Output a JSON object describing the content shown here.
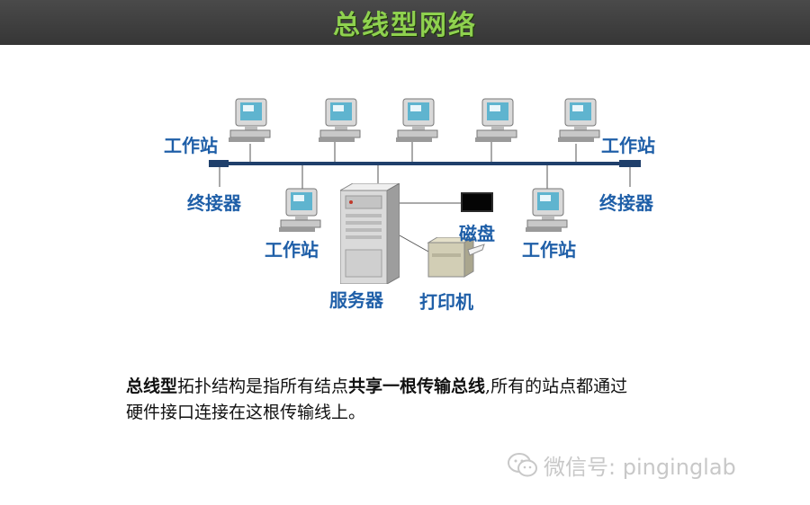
{
  "header": {
    "title": "总线型网络"
  },
  "diagram": {
    "workstation_label": "工作站",
    "terminator_label": "终接器",
    "server_label": "服务器",
    "disk_label": "磁盘",
    "printer_label": "打印机"
  },
  "description": {
    "line1_part1": "总线型",
    "line1_part2": "拓扑结构是指所有结点",
    "line1_part3": "共享一根传输总线",
    "line1_part4": ",所有的站点都通过",
    "line2": "硬件接口连接在这根传输线上。"
  },
  "watermark": {
    "text": "微信号: pinginglab"
  },
  "colors": {
    "bus": "#1f3f6b",
    "label": "#1f5fa8",
    "title": "#8fd14f",
    "header_bg": "#3c3c3c"
  }
}
